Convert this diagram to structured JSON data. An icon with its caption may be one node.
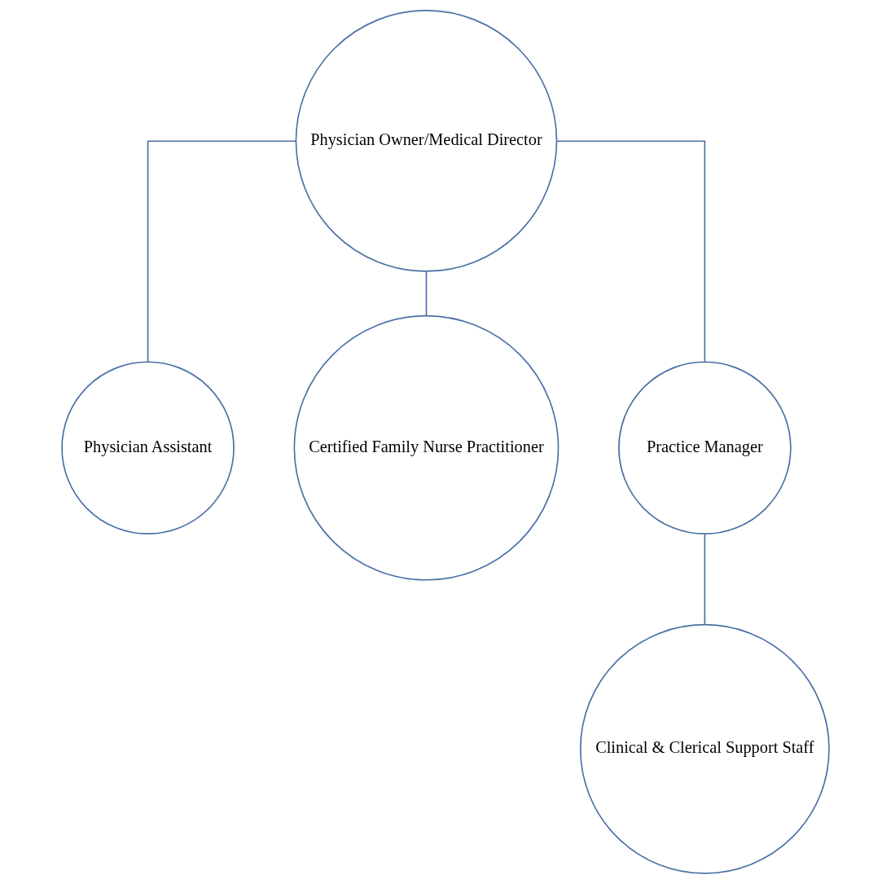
{
  "diagram": {
    "nodes": [
      {
        "text": [
          "Physician Owner/Medical Director"
        ]
      },
      {
        "text": [
          "Physician Assistant"
        ]
      },
      {
        "text": [
          "Certified Family Nurse Practitioner"
        ]
      },
      {
        "text": [
          "Practice Manager"
        ]
      },
      {
        "text": [
          "Clinical & Clerical Support Staff"
        ]
      }
    ],
    "edges": [
      {
        "from": 0,
        "to": 1,
        "arrow": "none"
      },
      {
        "from": 0,
        "to": 2,
        "arrow": "none"
      },
      {
        "from": 0,
        "to": 3,
        "arrow": "none"
      },
      {
        "from": 3,
        "to": 4,
        "arrow": "none"
      }
    ]
  }
}
